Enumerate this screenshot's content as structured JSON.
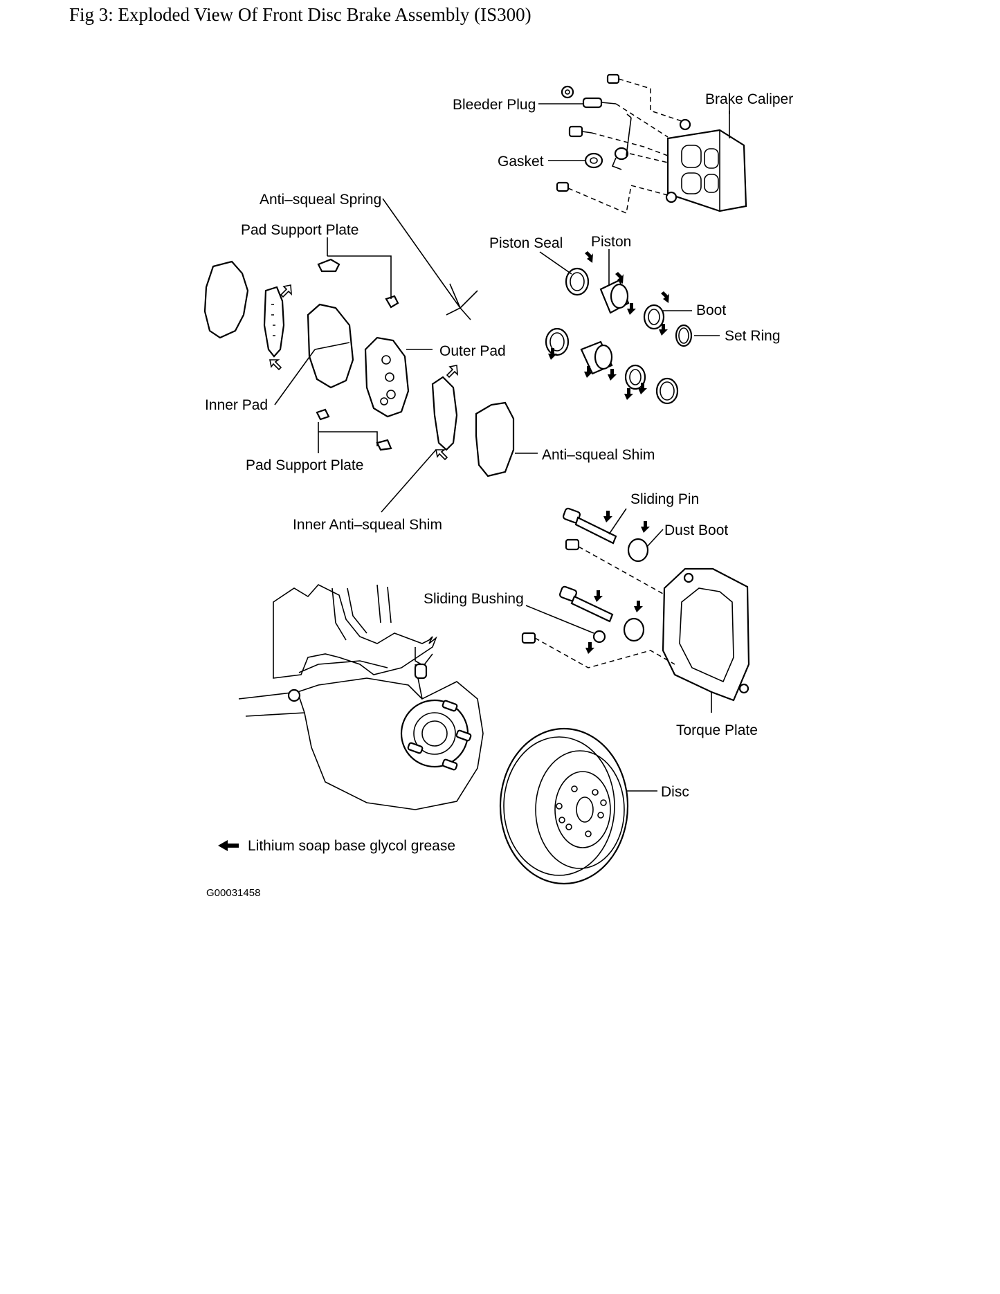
{
  "figure": {
    "title": "Fig 3: Exploded View Of Front Disc Brake Assembly (IS300)",
    "code": "G00031458"
  },
  "labels": {
    "bleeder_plug": "Bleeder Plug",
    "brake_caliper": "Brake Caliper",
    "gasket": "Gasket",
    "anti_squeal_spring": "Anti–squeal Spring",
    "pad_support_plate_top": "Pad Support Plate",
    "piston_seal": "Piston Seal",
    "piston": "Piston",
    "boot": "Boot",
    "set_ring": "Set Ring",
    "outer_pad": "Outer Pad",
    "inner_pad": "Inner Pad",
    "pad_support_plate_bottom": "Pad Support Plate",
    "anti_squeal_shim": "Anti–squeal Shim",
    "inner_anti_squeal_shim": "Inner Anti–squeal Shim",
    "sliding_pin": "Sliding Pin",
    "dust_boot": "Dust Boot",
    "sliding_bushing": "Sliding Bushing",
    "torque_plate": "Torque Plate",
    "disc": "Disc"
  },
  "legend": {
    "grease": "Lithium soap base glycol grease"
  }
}
